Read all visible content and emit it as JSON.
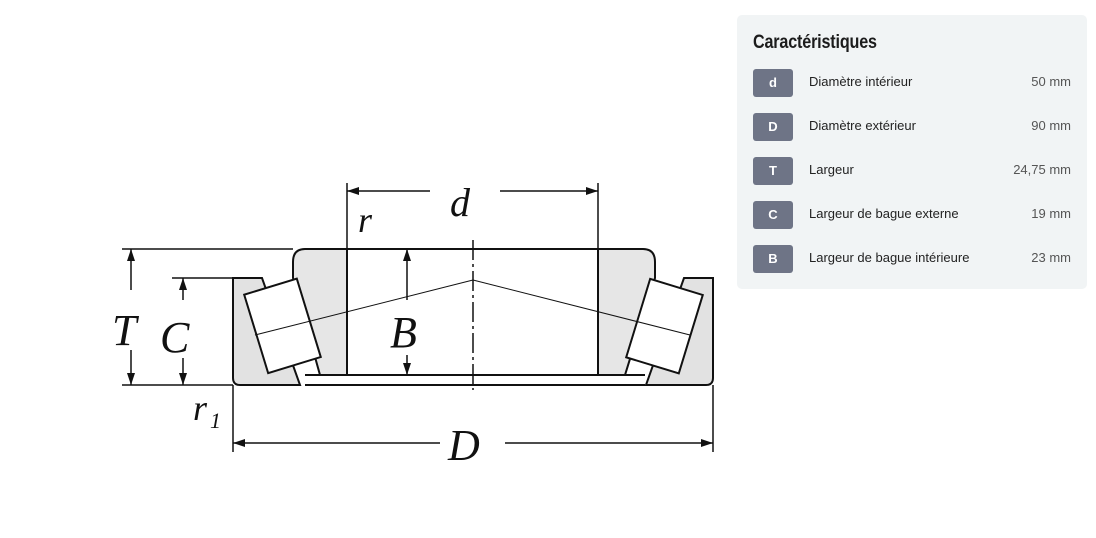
{
  "diagram": {
    "labels": {
      "d": "d",
      "r": "r",
      "T": "T",
      "C": "C",
      "B": "B",
      "r1": "r",
      "r1_sub": "1",
      "D": "D"
    }
  },
  "panel": {
    "title": "Caractéristiques",
    "rows": [
      {
        "badge": "d",
        "label": "Diamètre intérieur",
        "value": "50 mm"
      },
      {
        "badge": "D",
        "label": "Diamètre extérieur",
        "value": "90 mm"
      },
      {
        "badge": "T",
        "label": "Largeur",
        "value": "24,75 mm"
      },
      {
        "badge": "C",
        "label": "Largeur de bague externe",
        "value": "19 mm"
      },
      {
        "badge": "B",
        "label": "Largeur de bague intérieure",
        "value": "23 mm"
      }
    ]
  }
}
